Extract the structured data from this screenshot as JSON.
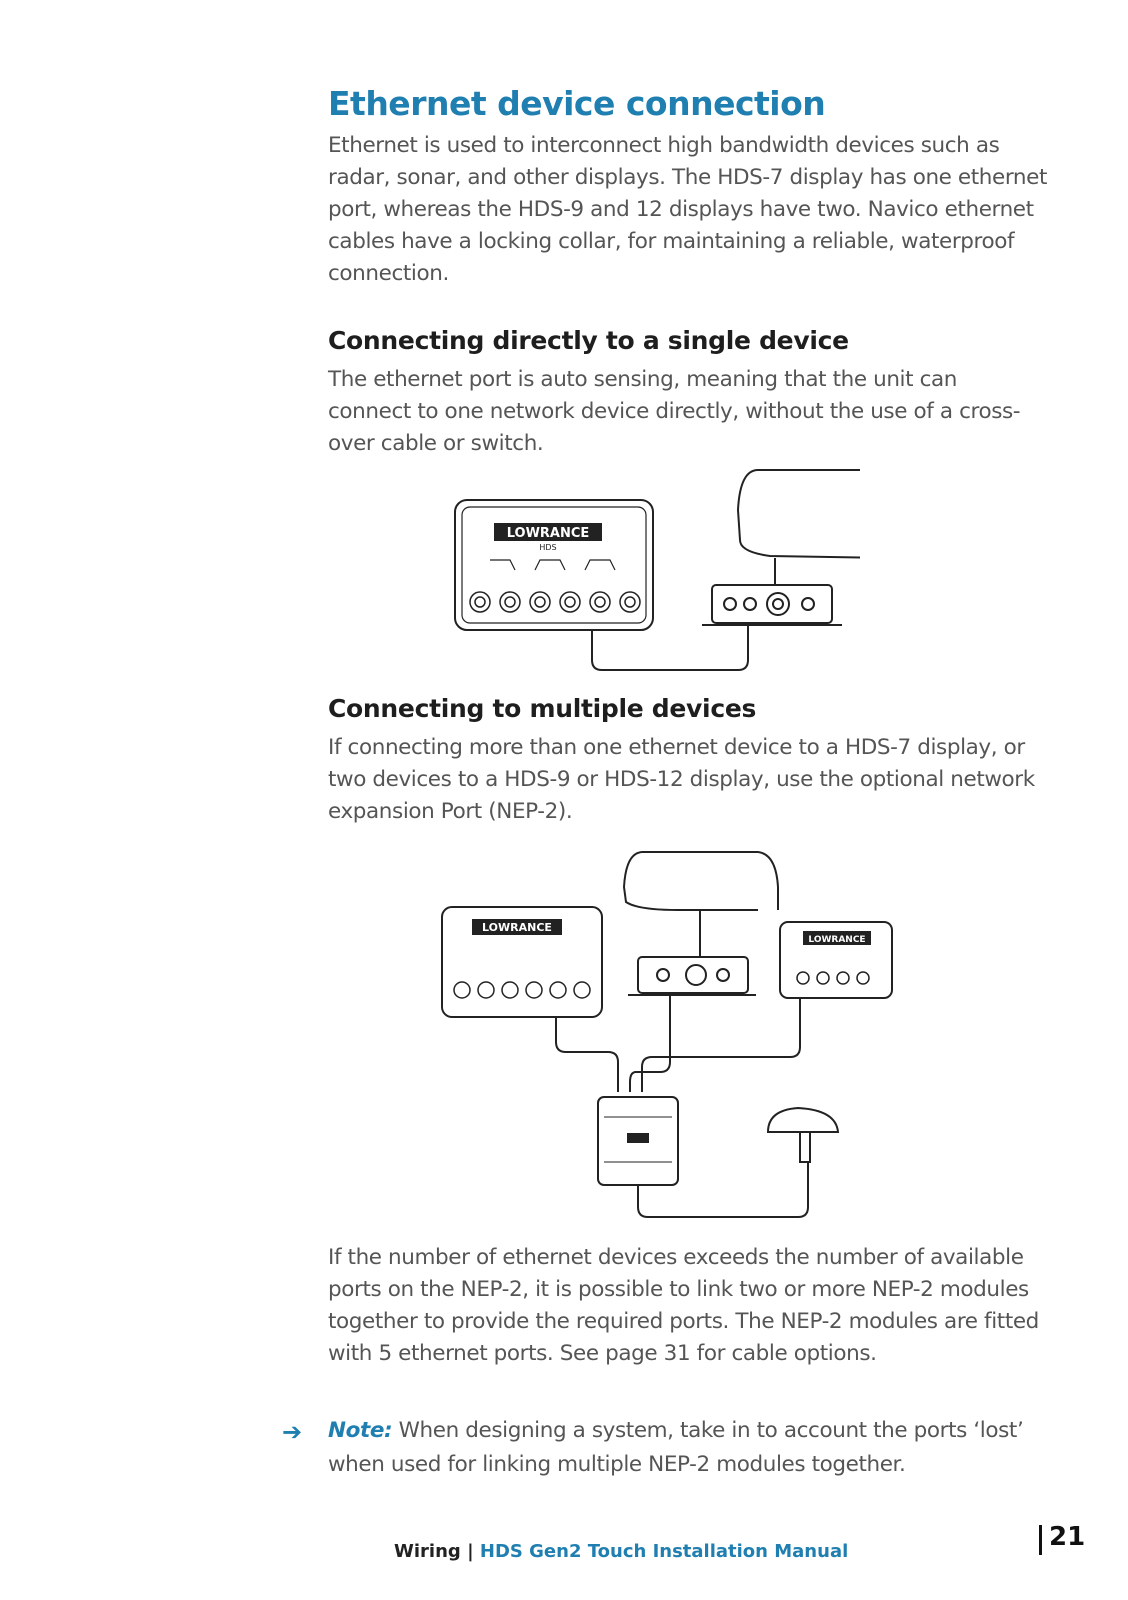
{
  "section": {
    "title": "Ethernet device connection",
    "intro": "Ethernet is used to interconnect high bandwidth devices such as\nradar,  sonar, and other displays. The HDS-7 display has one ethernet\nport, whereas the HDS-9 and 12 displays have two. Navico ethernet\ncables have a locking collar, for maintaining a reliable, waterproof\nconnection."
  },
  "single": {
    "heading": "Connecting directly to a single device",
    "text": "The ethernet port is auto sensing, meaning that the unit can\nconnect to one network device directly, without the use of a cross-\nover cable or switch."
  },
  "multiple": {
    "heading": "Connecting to multiple devices",
    "text": "If connecting more than one ethernet device to a HDS-7 display, or\ntwo devices to a HDS-9 or HDS-12 display, use the optional network\nexpansion Port (NEP-2).",
    "after": "If the number of ethernet devices exceeds the number of available\nports on the NEP-2, it is possible to link two or more NEP-2 modules\ntogether to provide the required ports. The NEP-2 modules are fitted\nwith 5 ethernet ports. See page 31 for cable options."
  },
  "note": {
    "label": "Note:",
    "text": " When designing a system, take in to account the ports ‘lost’ when used for linking multiple NEP-2 modules together."
  },
  "figures": {
    "brand": "LOWRANCE",
    "model": "HDS"
  },
  "footer": {
    "chapter": "Wiring",
    "separator": "|",
    "manual": "HDS Gen2 Touch Installation Manual",
    "page": "21"
  },
  "icons": {
    "note": "right-arrow-icon"
  }
}
